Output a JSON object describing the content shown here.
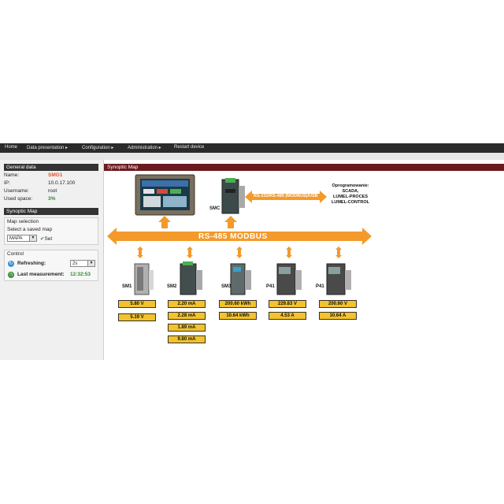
{
  "nav": {
    "items": [
      {
        "label": "Home"
      },
      {
        "label": "Data presentation ▸"
      },
      {
        "label": "Configuration ▸"
      },
      {
        "label": "Administration ▸"
      },
      {
        "label": "Restart device"
      }
    ]
  },
  "general": {
    "title": "General data",
    "name_label": "Name:",
    "name_value": "SMG1",
    "ip_label": "IP:",
    "ip_value": "10.0.17.100",
    "user_label": "Username:",
    "user_value": "root",
    "space_label": "Used space:",
    "space_value": "3%"
  },
  "synoptic_side": {
    "title": "Synoptic Map",
    "section": "Map selection",
    "select_label": "Select a saved map",
    "map_value": "MAPA",
    "set_label": "Set"
  },
  "control": {
    "section": "Control",
    "refresh_label": "Refreshing:",
    "refresh_value": "2s",
    "last_label": "Last measurement:",
    "last_value": "12:32:53"
  },
  "map": {
    "title": "Synoptic Map",
    "bus_label": "RS-485 MODBUS",
    "link_label": "RS-232/RS-485 (MODBUS)/USB",
    "software_title": "Oprogramowanie:",
    "software_1": "SCADA,",
    "software_2": "LUMEL-PROCES",
    "software_3": "LUMEL-CONTROL",
    "smc_label": "SMC"
  },
  "devices": [
    {
      "label": "SM1",
      "readings": [
        "5.80 V",
        "5.19 V"
      ]
    },
    {
      "label": "SM2",
      "readings": [
        "2.20 mA",
        "2.28 mA",
        "1.89 mA",
        "9.80 mA"
      ]
    },
    {
      "label": "SM3",
      "readings": [
        "200.60 kWh",
        "10.64 kWh"
      ]
    },
    {
      "label": "P41",
      "readings": [
        "229.83 V",
        "4.53 A"
      ]
    },
    {
      "label": "P41",
      "readings": [
        "200.60 V",
        "10.64 A"
      ]
    }
  ],
  "colors": {
    "nav_bg": "#2a2a2a",
    "panel_header": "#333333",
    "map_header": "#6b1a1f",
    "bus_orange": "#f39a2b",
    "reading_yellow": "#f4c22b",
    "accent_green": "#2e8b2e",
    "accent_red": "#d32f2f"
  }
}
